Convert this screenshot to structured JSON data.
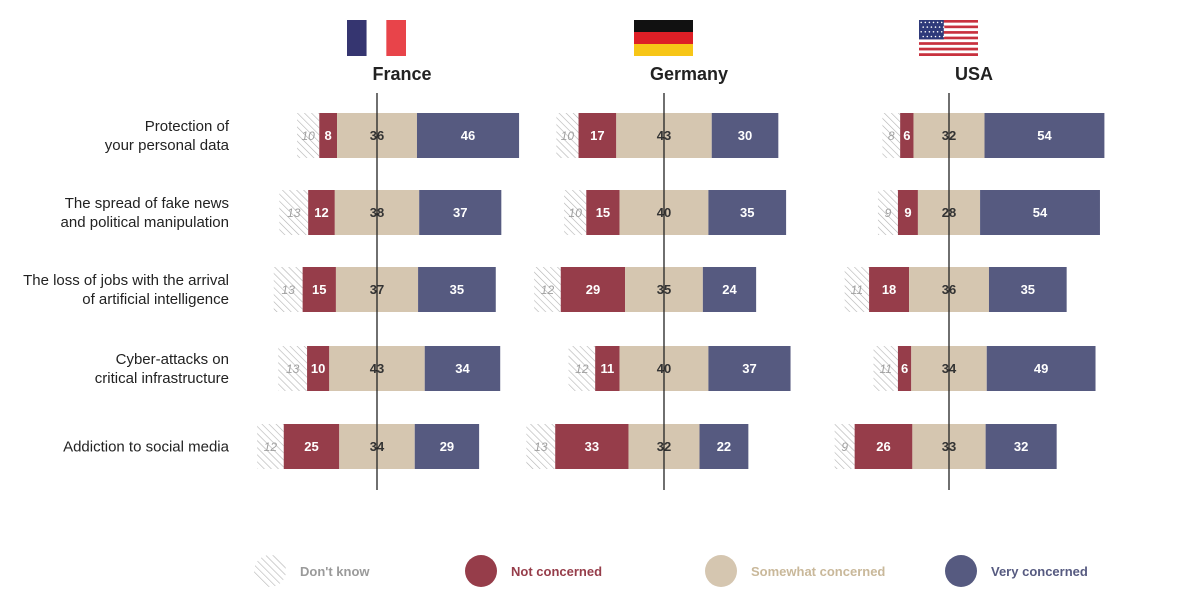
{
  "chart_data": {
    "type": "bar",
    "categories": [
      [
        "Protection of",
        "your personal data"
      ],
      [
        "The spread of fake news",
        "and political manipulation"
      ],
      [
        "The loss of jobs with the arrival",
        "of artificial intelligence"
      ],
      [
        "Cyber-attacks on",
        "critical infrastructure"
      ],
      [
        "Addiction to social media"
      ]
    ],
    "segments": [
      "Don't know",
      "Not concerned",
      "Somewhat concerned",
      "Very concerned"
    ],
    "colors": {
      "dont_know_stripe": "#b3b3b3",
      "not_concerned": "#963d4a",
      "somewhat_concerned": "#d5c6b0",
      "very_concerned": "#565a80",
      "axis": "#222222"
    },
    "panels": [
      {
        "country": "France",
        "flag": "france-flag",
        "data": [
          [
            10,
            8,
            36,
            46
          ],
          [
            13,
            12,
            38,
            37
          ],
          [
            13,
            15,
            37,
            35
          ],
          [
            13,
            10,
            43,
            34
          ],
          [
            12,
            25,
            34,
            29
          ]
        ]
      },
      {
        "country": "Germany",
        "flag": "germany-flag",
        "data": [
          [
            10,
            17,
            43,
            30
          ],
          [
            10,
            15,
            40,
            35
          ],
          [
            12,
            29,
            35,
            24
          ],
          [
            12,
            11,
            40,
            37
          ],
          [
            13,
            33,
            32,
            22
          ]
        ]
      },
      {
        "country": "USA",
        "flag": "usa-flag",
        "data": [
          [
            8,
            6,
            32,
            54
          ],
          [
            9,
            9,
            28,
            54
          ],
          [
            11,
            18,
            36,
            35
          ],
          [
            11,
            6,
            34,
            49
          ],
          [
            9,
            26,
            33,
            32
          ]
        ]
      }
    ],
    "legend": [
      {
        "label": "Don't know",
        "key": "dont_know"
      },
      {
        "label": "Not concerned",
        "key": "not_concerned"
      },
      {
        "label": "Somewhat concerned",
        "key": "somewhat_concerned"
      },
      {
        "label": "Very concerned",
        "key": "very_concerned"
      }
    ]
  }
}
